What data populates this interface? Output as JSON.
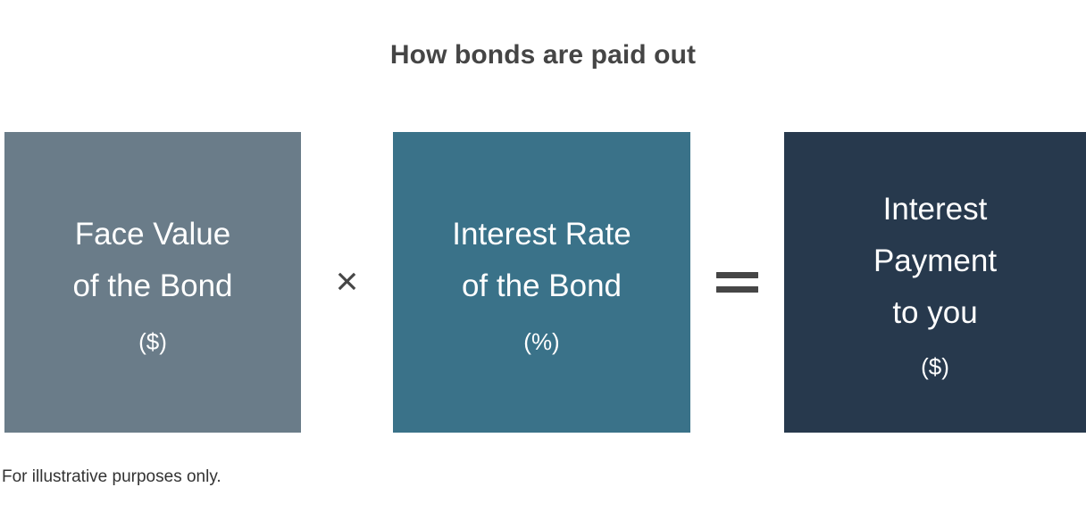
{
  "title": "How bonds are paid out",
  "footnote": "For illustrative purposes only.",
  "colors": {
    "background": "#ffffff",
    "title_text": "#454545",
    "operator": "#464646",
    "footnote_text": "#333333",
    "box_face_value": "#6A7C89",
    "box_interest_rate": "#3A7289",
    "box_interest_payment": "#27394D",
    "box_text": "#ffffff"
  },
  "chart_data": {
    "type": "diagram",
    "title": "How bonds are paid out",
    "subtitle": "",
    "note": "For illustrative purposes only.",
    "equation": "Face Value of the Bond ($) × Interest Rate of the Bond (%) = Interest Payment to you ($)",
    "terms": [
      {
        "id": "face-value",
        "label": "Face Value\nof the Bond",
        "unit": "($)",
        "color": "#6A7C89"
      },
      {
        "id": "interest-rate",
        "label": "Interest Rate\nof the Bond",
        "unit": "(%)",
        "color": "#3A7289"
      },
      {
        "id": "interest-payment",
        "label": "Interest\nPayment\nto you",
        "unit": "($)",
        "color": "#27394D"
      }
    ],
    "operators": [
      {
        "id": "multiply",
        "symbol": "×",
        "name": "multiplication-sign"
      },
      {
        "id": "equals",
        "symbol": "=",
        "name": "equals-sign"
      }
    ]
  }
}
